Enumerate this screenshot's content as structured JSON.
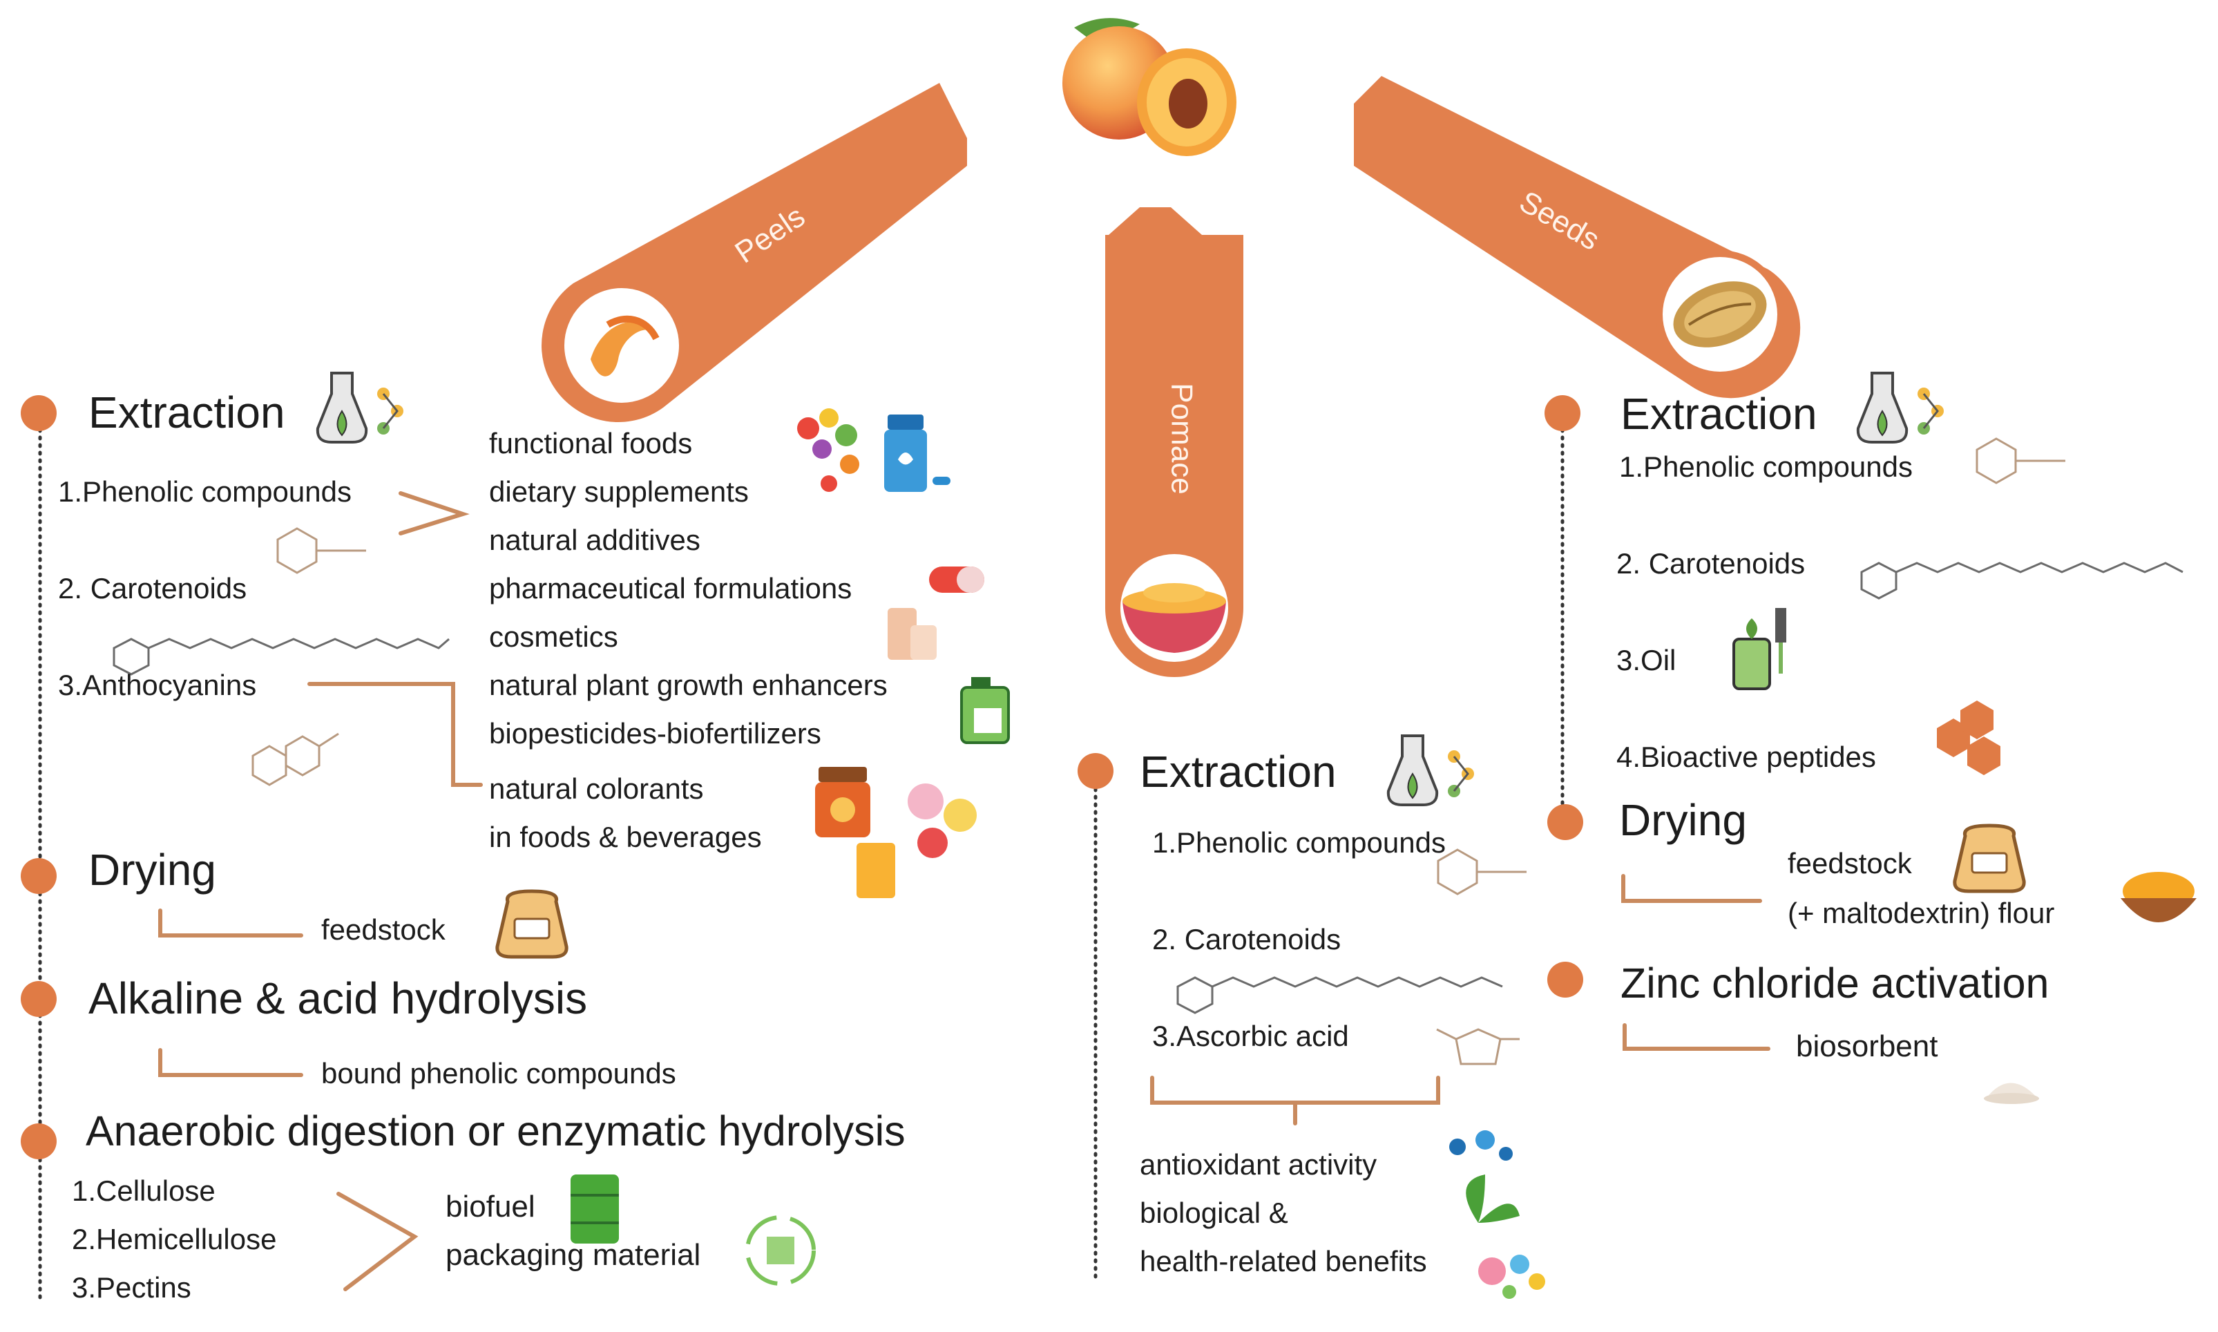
{
  "branches": {
    "peels": "Peels",
    "pomace": "Pomace",
    "seeds": "Seeds"
  },
  "peels": {
    "extraction": {
      "title": "Extraction",
      "items": [
        "1.Phenolic compounds",
        "2. Carotenoids",
        "3.Anthocyanins"
      ]
    },
    "applications": [
      "functional foods",
      "dietary supplements",
      "natural additives",
      "pharmaceutical formulations",
      "cosmetics",
      "natural plant growth enhancers",
      "biopesticides-biofertilizers",
      "natural colorants",
      "in foods & beverages"
    ],
    "drying": {
      "title": "Drying",
      "product": "feedstock"
    },
    "hydrolysis": {
      "title": "Alkaline & acid hydrolysis",
      "product": "bound phenolic compounds"
    },
    "digestion": {
      "title": "Anaerobic digestion or enzymatic hydrolysis",
      "items": [
        "1.Cellulose",
        "2.Hemicellulose",
        "3.Pectins"
      ],
      "products": [
        "biofuel",
        "packaging material"
      ]
    }
  },
  "pomace": {
    "extraction": {
      "title": "Extraction",
      "items": [
        "1.Phenolic compounds",
        "2. Carotenoids",
        "3.Ascorbic acid"
      ]
    },
    "benefits": [
      "antioxidant activity",
      "biological &",
      "health-related benefits"
    ]
  },
  "seeds": {
    "extraction": {
      "title": "Extraction",
      "items": [
        "1.Phenolic compounds",
        "2. Carotenoids",
        "3.Oil",
        "4.Bioactive peptides"
      ]
    },
    "drying": {
      "title": "Drying",
      "products": [
        "feedstock",
        "(+ maltodextrin) flour"
      ]
    },
    "zinc": {
      "title": "Zinc chloride activation",
      "product": "biosorbent"
    }
  },
  "icons": {
    "fruit": "peach-icon",
    "extraction": "flask-leaf-icon",
    "molecule": "molecule-icon",
    "feed": "feed-sack-icon",
    "fuel": "fuel-barrel-icon",
    "package": "recycle-box-icon"
  },
  "colors": {
    "accent": "#E07B45",
    "arm": "#E2804D",
    "bracket": "#C98A5E",
    "molecule": "#B89A80",
    "text": "#1C1C1C"
  }
}
